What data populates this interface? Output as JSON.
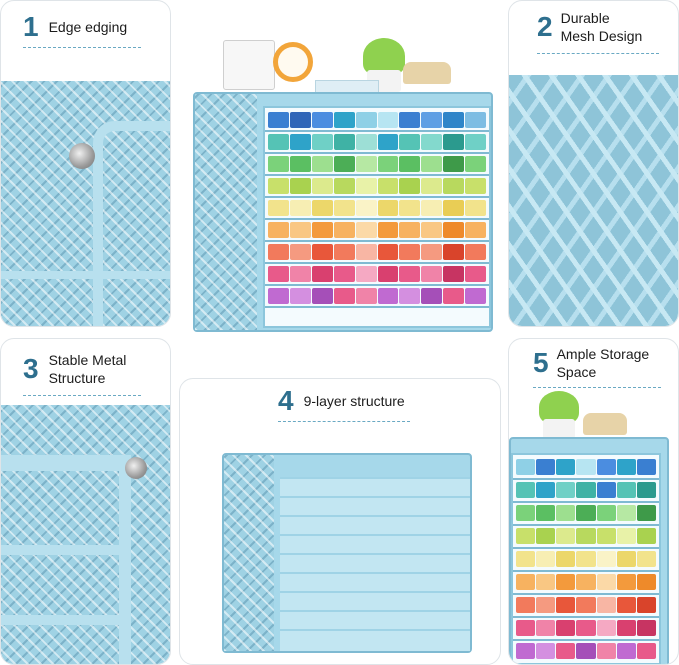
{
  "features": [
    {
      "number": "1",
      "label": "Edge edging"
    },
    {
      "number": "2",
      "label": "Durable\nMesh Design"
    },
    {
      "number": "3",
      "label": "Stable Metal\nStructure"
    },
    {
      "number": "4",
      "label": "9-layer structure"
    },
    {
      "number": "5",
      "label": "Ample Storage\nSpace"
    }
  ],
  "marker_colors": [
    "#3a7fd1",
    "#2ea3c9",
    "#55c3b5",
    "#7bd27a",
    "#c8e06a",
    "#f2e38c",
    "#f7b260",
    "#f27a5c",
    "#e85a8a",
    "#c06ad1"
  ],
  "colors": {
    "accent": "#2e6f8e",
    "metal_light_blue": "#a6d8ea",
    "card_border": "#dfe4e8"
  }
}
